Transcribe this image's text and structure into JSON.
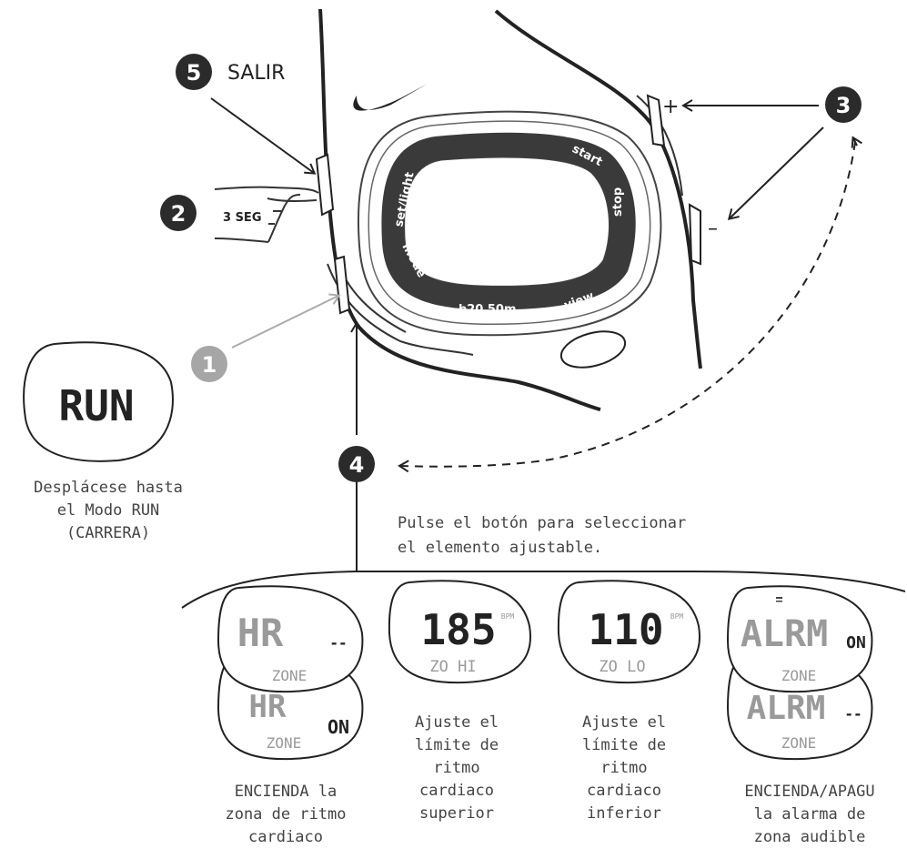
{
  "steps": {
    "s1": "1",
    "s2": "2",
    "s3": "3",
    "s4": "4",
    "s5": "5"
  },
  "labels": {
    "exit": "SALIR",
    "hold": "3 SEG",
    "plus": "+",
    "minus": "–"
  },
  "bezel": {
    "start": "start",
    "set_light": "set/light",
    "stop": "stop",
    "mode": "mode",
    "view": "view",
    "water": "h20 50m"
  },
  "run_display": "RUN",
  "scroll_caption": "Desplácese hasta\nel Modo RUN\n(CARRERA)",
  "press_caption": "Pulse el botón para seleccionar\nel elemento ajustable.",
  "displays": {
    "hr_top": "HR",
    "hr_top_state": "--",
    "hr_zone": "ZONE",
    "hr_bottom": "HR",
    "hr_bottom_state": "ON",
    "hi_value": "185",
    "hi_label": "ZO HI",
    "lo_value": "110",
    "lo_label": "ZO LO",
    "bpm": "BPM",
    "alrm_top": "ALRM",
    "alrm_top_state": "ON",
    "alrm_bottom": "ALRM",
    "alrm_bottom_state": "--"
  },
  "captions": {
    "hr_zone": "ENCIENDA la\nzona de ritmo\ncardiaco",
    "upper_limit": "Ajuste el\nlímite de\nritmo\ncardiaco\nsuperior",
    "lower_limit": "Ajuste el\nlímite de\nritmo\ncardiaco\ninferior",
    "alarm": "ENCIENDA/APAGU\nla alarma de\nzona audible"
  }
}
